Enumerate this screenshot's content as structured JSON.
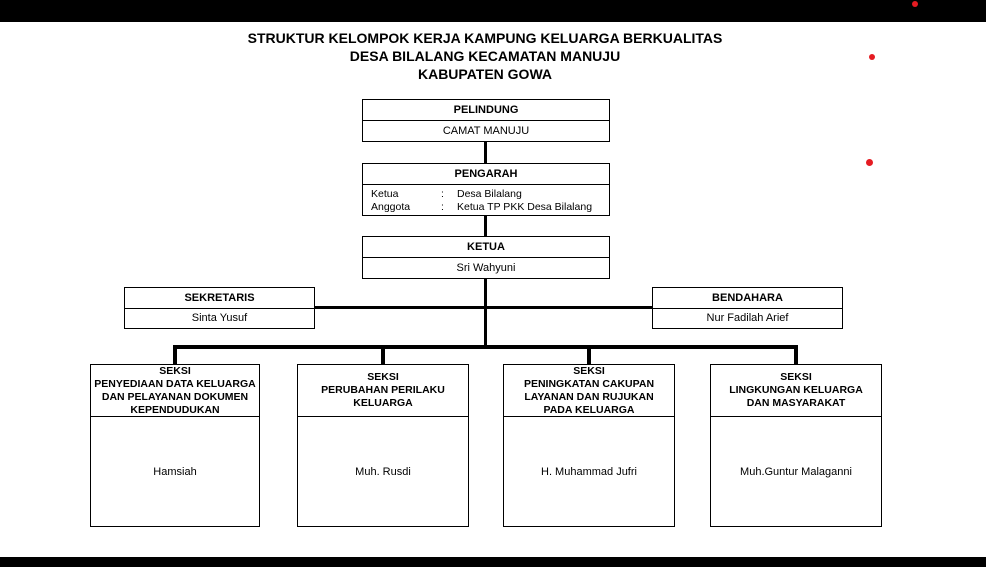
{
  "title": {
    "line1": "STRUKTUR KELOMPOK KERJA KAMPUNG KELUARGA BERKUALITAS",
    "line2": "DESA BILALANG KECAMATAN MANUJU",
    "line3": "KABUPATEN GOWA"
  },
  "org": {
    "pelindung": {
      "title": "PELINDUNG",
      "name": "CAMAT MANUJU"
    },
    "pengarah": {
      "title": "PENGARAH",
      "rows": [
        {
          "label": "Ketua",
          "colon": ":",
          "value": "Desa Bilalang"
        },
        {
          "label": "Anggota",
          "colon": ":",
          "value": "Ketua TP PKK Desa Bilalang"
        }
      ]
    },
    "ketua": {
      "title": "KETUA",
      "name": "Sri Wahyuni"
    },
    "sekretaris": {
      "title": "SEKRETARIS",
      "name": "Sinta Yusuf"
    },
    "bendahara": {
      "title": "BENDAHARA",
      "name": "Nur Fadilah Arief"
    },
    "seksi": [
      {
        "title": "SEKSI\nPENYEDIAAN DATA KELUARGA\nDAN PELAYANAN DOKUMEN\nKEPENDUDUKAN",
        "name": "Hamsiah"
      },
      {
        "title": "SEKSI\nPERUBAHAN PERILAKU\nKELUARGA",
        "name": "Muh. Rusdi"
      },
      {
        "title": "SEKSI\nPENINGKATAN CAKUPAN\nLAYANAN DAN RUJUKAN\nPADA KELUARGA",
        "name": "H. Muhammad Jufri"
      },
      {
        "title": "SEKSI\nLINGKUNGAN KELUARGA\nDAN MASYARAKAT",
        "name": "Muh.Guntur Malaganni"
      }
    ]
  },
  "colors": {
    "background": "#ffffff",
    "line": "#000000",
    "black_bar": "#000000",
    "red_dot": "#e51b22"
  }
}
